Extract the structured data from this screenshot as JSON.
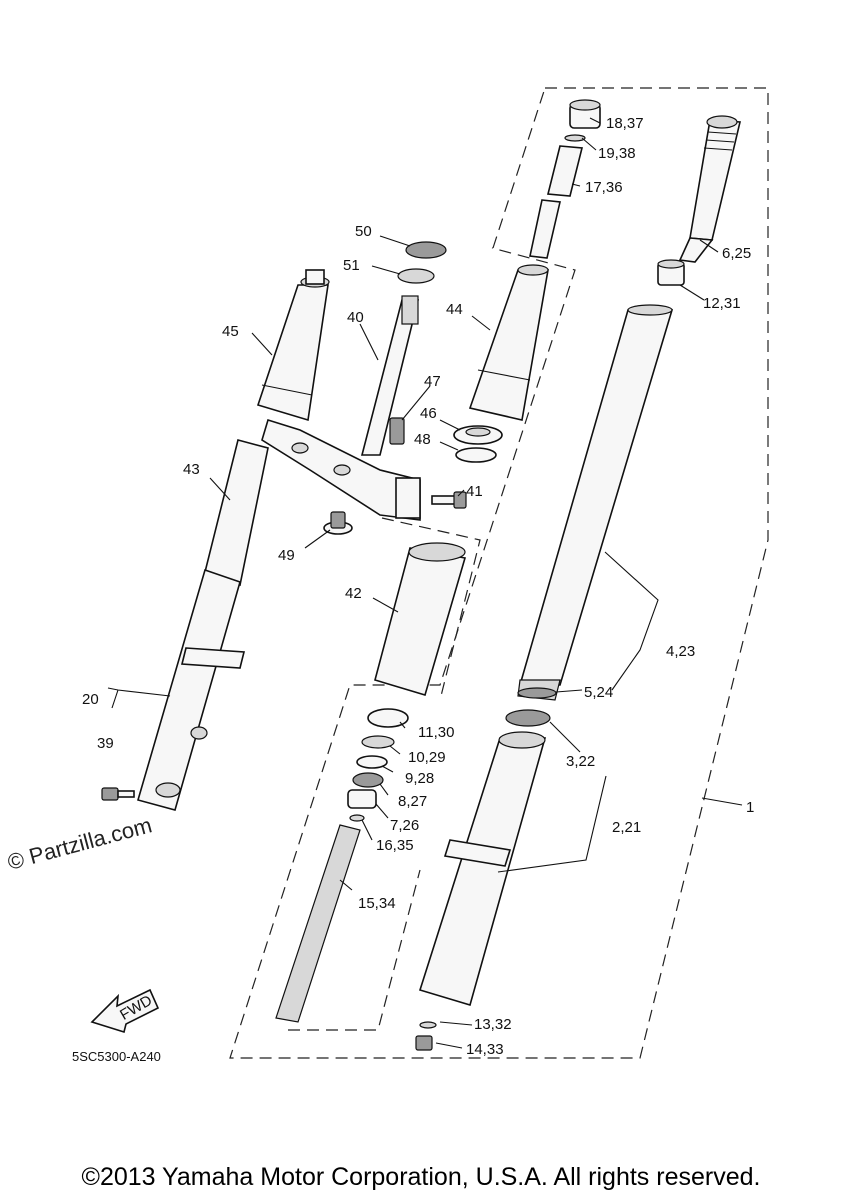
{
  "diagram": {
    "callouts": {
      "c1": "1",
      "c2_21": "2,21",
      "c3_22": "3,22",
      "c4_23": "4,23",
      "c5_24": "5,24",
      "c6_25": "6,25",
      "c7_26": "7,26",
      "c8_27": "8,27",
      "c9_28": "9,28",
      "c10_29": "10,29",
      "c11_30": "11,30",
      "c12_31": "12,31",
      "c13_32": "13,32",
      "c14_33": "14,33",
      "c15_34": "15,34",
      "c16_35": "16,35",
      "c17_36": "17,36",
      "c18_37": "18,37",
      "c19_38": "19,38",
      "c20": "20",
      "c39": "39",
      "c40": "40",
      "c41": "41",
      "c42": "42",
      "c43": "43",
      "c44": "44",
      "c45": "45",
      "c46": "46",
      "c47": "47",
      "c48": "48",
      "c49": "49",
      "c50": "50",
      "c51": "51"
    },
    "fwd_label": "FWD",
    "drawing_code": "5SC5300-A240",
    "watermark": "© Partzilla.com"
  },
  "footer": {
    "copyright": "©2013 Yamaha Motor Corporation, U.S.A. All rights reserved."
  }
}
